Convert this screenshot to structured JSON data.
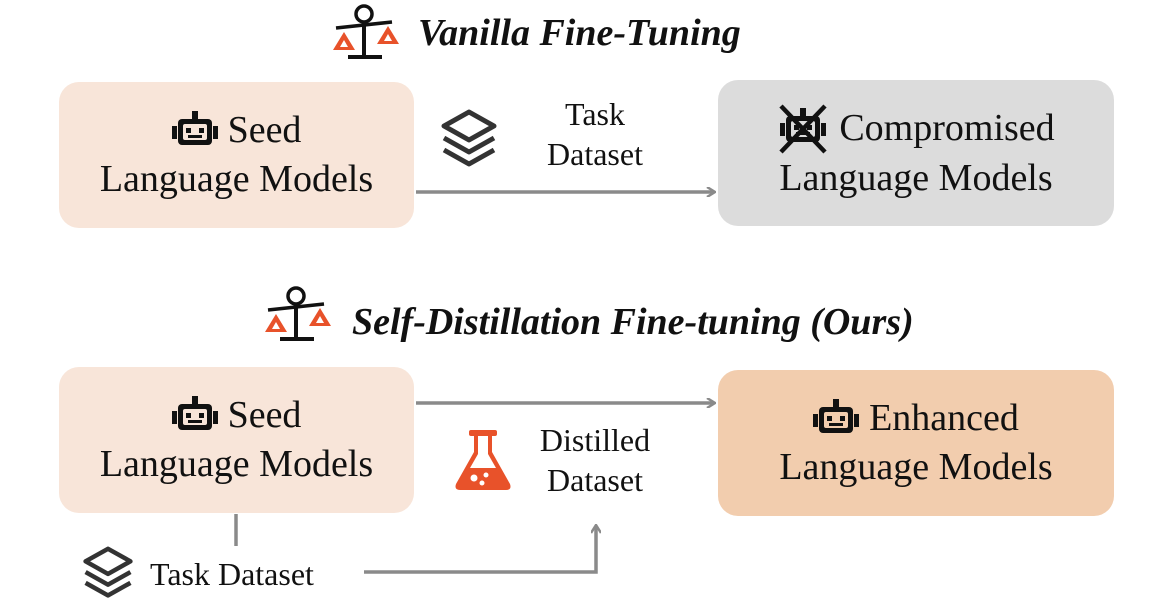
{
  "colors": {
    "accent_orange": "#E8522A",
    "seed_box_fill": "#F8E5D9",
    "compromised_box_fill": "#DCDCDC",
    "enhanced_box_fill": "#F2CDAE",
    "arrow_gray": "#8A8A8A"
  },
  "top_section": {
    "title": "Vanilla Fine-Tuning",
    "title_icon": "balance-scale-icon",
    "seed_box": {
      "icon": "robot-icon",
      "line1": "Seed",
      "line2": "Language Models"
    },
    "task_dataset": {
      "icon": "layers-stack-icon",
      "line1": "Task",
      "line2": "Dataset"
    },
    "compromised_box": {
      "icon": "crossed-robot-icon",
      "line1": "Compromised",
      "line2": "Language Models"
    }
  },
  "bottom_section": {
    "title": "Self-Distillation Fine-tuning (Ours)",
    "title_icon": "balance-scale-icon",
    "seed_box": {
      "icon": "robot-icon",
      "line1": "Seed",
      "line2": "Language Models"
    },
    "distilled_dataset": {
      "icon": "flask-icon",
      "line1": "Distilled",
      "line2": "Dataset"
    },
    "enhanced_box": {
      "icon": "robot-icon",
      "line1": "Enhanced",
      "line2": "Language Models"
    },
    "task_dataset": {
      "icon": "layers-stack-icon",
      "label": "Task Dataset"
    }
  }
}
